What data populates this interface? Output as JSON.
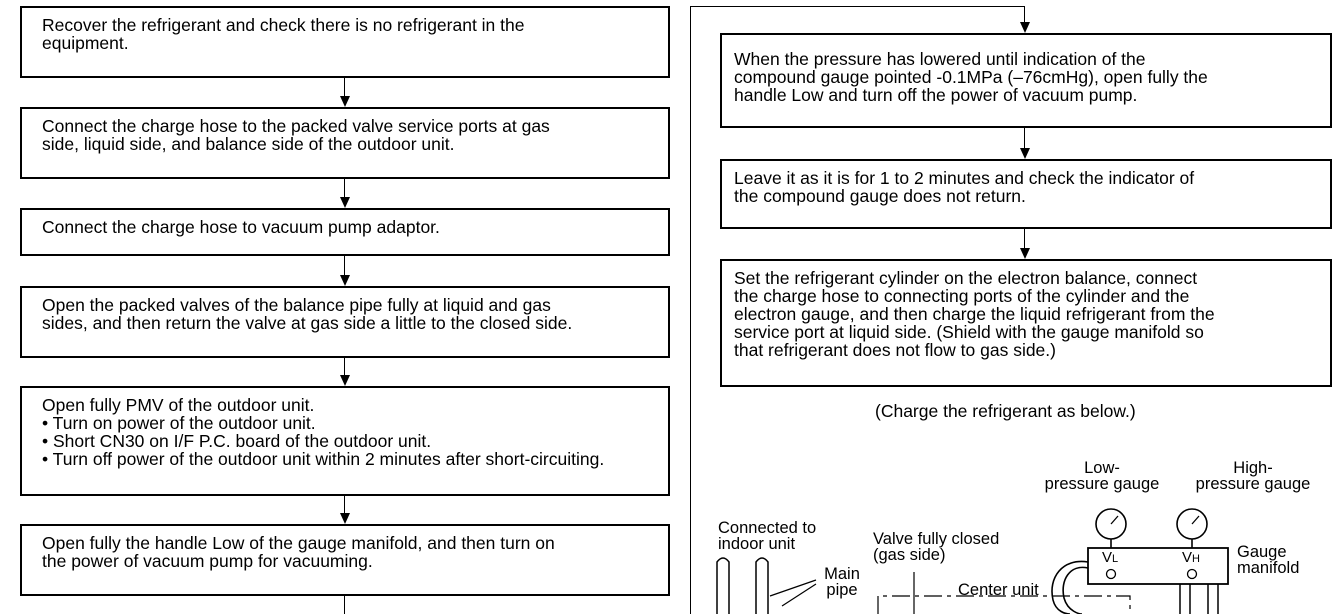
{
  "left_steps": [
    "Recover the refrigerant and check there is no refrigerant in the\nequipment.",
    "Connect the charge hose to the packed valve service ports at gas\nside, liquid side, and balance side of the outdoor unit.",
    "Connect the charge hose to vacuum pump adaptor.",
    "Open the packed valves of the balance pipe fully at liquid and gas\nsides, and then return the valve at gas side a little to the closed side.",
    "Open fully PMV of the outdoor unit.\n• Turn on power of the outdoor unit.\n• Short CN30 on I/F P.C. board of the outdoor unit.\n• Turn off power of the outdoor unit within 2 minutes after short-circuiting.",
    "Open fully the handle Low of the gauge manifold, and then turn on\nthe power of vacuum pump for vacuuming."
  ],
  "right_steps": [
    "When the pressure has lowered until indication of the\ncompound gauge pointed -0.1MPa (–76cmHg), open fully the\nhandle Low and turn off the power of vacuum pump.",
    "Leave it as it is for 1 to 2 minutes and check the indicator of\nthe compound gauge does not return.",
    "Set the refrigerant cylinder on the electron balance, connect\nthe charge hose to connecting ports of the cylinder and the\nelectron gauge, and then charge the liquid refrigerant from the\nservice port at liquid side. (Shield with the gauge manifold so\nthat refrigerant does not flow to gas side.)"
  ],
  "charge_note": "(Charge the refrigerant as below.)",
  "diagram_labels": {
    "low_gauge": "Low-\npressure gauge",
    "high_gauge": "High-\npressure gauge",
    "connected": "Connected to\nindoor unit",
    "valve_closed": "Valve fully closed\n(gas side)",
    "main_pipe": "Main\npipe",
    "center_unit": "Center unit",
    "gauge_manifold": "Gauge\nmanifold",
    "vl": "VL",
    "vh": "VH"
  }
}
